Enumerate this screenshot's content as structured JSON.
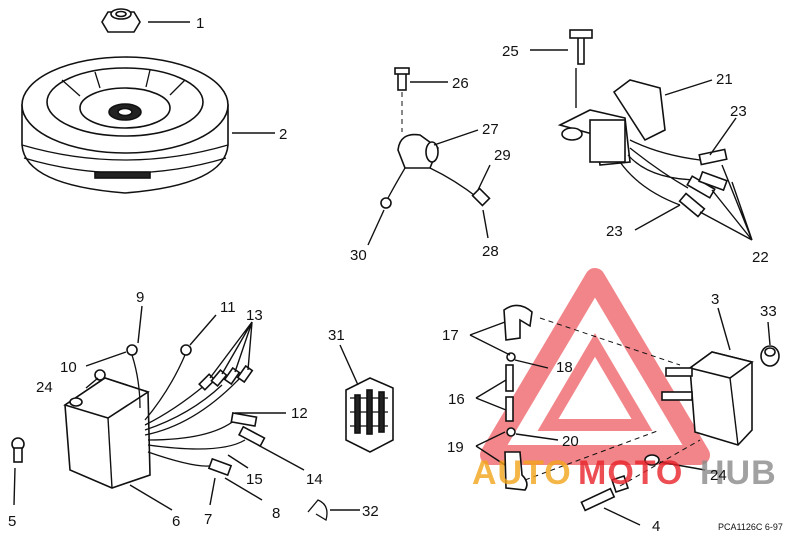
{
  "callouts": [
    "1",
    "2",
    "3",
    "4",
    "5",
    "6",
    "7",
    "8",
    "9",
    "10",
    "11",
    "12",
    "13",
    "14",
    "15",
    "16",
    "17",
    "18",
    "19",
    "20",
    "21",
    "22",
    "23",
    "23",
    "24",
    "24",
    "25",
    "26",
    "27",
    "28",
    "29",
    "30",
    "31",
    "32",
    "33"
  ],
  "figure_code": "PCA1126C  6-97",
  "watermark": {
    "text_a": "AUTO",
    "text_b": "MOTO",
    "text_c": "HUB",
    "colors": {
      "red": "#e8222a",
      "orange": "#f2a51a",
      "grey": "#8a8a8a"
    }
  }
}
